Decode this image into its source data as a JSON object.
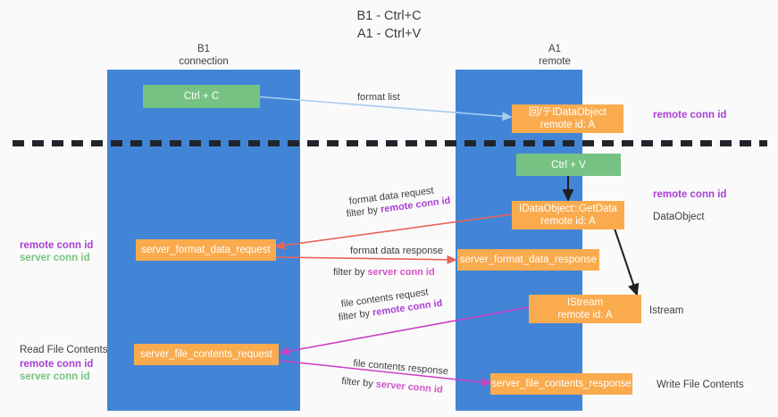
{
  "title": "B1 - Ctrl+C\nA1 - Ctrl+V",
  "columns": [
    {
      "name": "b1",
      "label": "B1\nconnection"
    },
    {
      "name": "a1",
      "label": "A1\nremote"
    }
  ],
  "colors": {
    "lane": "#4285d6",
    "green_node": "#76c283",
    "orange_node": "#f9ab4e",
    "remote_conn_id": "#a83fd4",
    "server_conn_id": "#78c37f",
    "format_list_arrow": "#a8cdf0",
    "format_data_arrow": "#e8635a",
    "file_contents_arrow": "#cc3fc4",
    "black_arrow": "#1f1f1f",
    "divider": "#20242b",
    "text": "#3c4043"
  },
  "nodes": [
    {
      "name": "ctrl-c-node",
      "label": "Ctrl + C",
      "style": "green"
    },
    {
      "name": "idataobject-node",
      "label": "回/テIDataObject\nremote id: A",
      "style": "orange"
    },
    {
      "name": "ctrl-v-node",
      "label": "Ctrl + V",
      "style": "green"
    },
    {
      "name": "idataobject-getdata-node",
      "label": "IDataObject::GetData\nremote id: A",
      "style": "orange"
    },
    {
      "name": "server-format-data-request-node",
      "label": "server_format_data_request",
      "style": "orange"
    },
    {
      "name": "server-format-data-response-node",
      "label": "server_format_data_response",
      "style": "orange"
    },
    {
      "name": "istream-node",
      "label": "IStream\nremote id: A",
      "style": "orange"
    },
    {
      "name": "server-file-contents-request-node",
      "label": "server_file_contents_request",
      "style": "orange"
    },
    {
      "name": "server-file-contents-response-node",
      "label": "server_file_contents_response",
      "style": "orange"
    }
  ],
  "edge_labels": {
    "format_list": "format list",
    "format_data_request": "format data request",
    "format_data_request_filter_prefix": "filter by ",
    "format_data_request_filter_key": "remote conn id",
    "format_data_response": "format data response",
    "format_data_response_filter_prefix": "filter by ",
    "format_data_response_filter_key": "server conn id",
    "file_contents_request": "file contents request",
    "file_contents_request_filter_prefix": "filter by ",
    "file_contents_request_filter_key": "remote conn id",
    "file_contents_response": "file contents response",
    "file_contents_response_filter_prefix": "filter by ",
    "file_contents_response_filter_key": "server conn id"
  },
  "right_labels": [
    {
      "name": "right-label-remote-conn-id-top",
      "text": "remote conn id",
      "color": "remote"
    },
    {
      "name": "right-label-remote-conn-id-mid",
      "text": "remote conn id",
      "color": "remote"
    },
    {
      "name": "right-label-dataobject",
      "text": "DataObject",
      "color": "plain"
    },
    {
      "name": "right-label-istream",
      "text": "Istream",
      "color": "plain"
    },
    {
      "name": "right-label-write-file-contents",
      "text": "Write File Contents",
      "color": "plain"
    }
  ],
  "left_labels": {
    "mid_remote": "remote conn id",
    "mid_server": "server conn id",
    "read_file_contents": "Read File Contents",
    "bottom_remote": "remote conn id",
    "bottom_server": "server conn id"
  }
}
